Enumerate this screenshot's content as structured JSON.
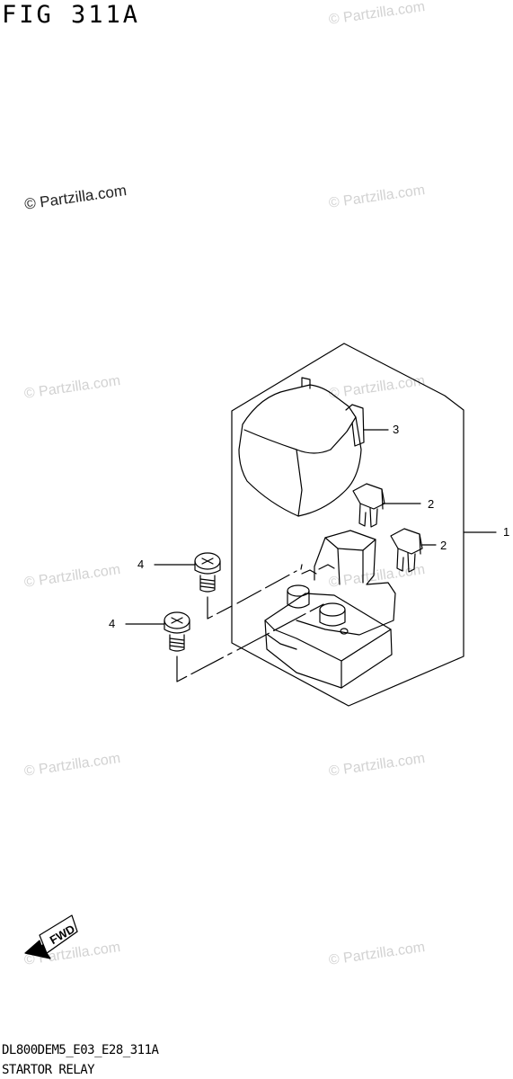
{
  "figure": {
    "title": "FIG 311A",
    "model_code": "DL800DEM5_E03_E28_311A",
    "section_title": "STARTOR RELAY"
  },
  "watermark": {
    "text": "© Partzilla.com"
  },
  "callouts": [
    {
      "id": "1",
      "label": "1"
    },
    {
      "id": "2a",
      "label": "2"
    },
    {
      "id": "2b",
      "label": "2"
    },
    {
      "id": "3",
      "label": "3"
    },
    {
      "id": "4a",
      "label": "4"
    },
    {
      "id": "4b",
      "label": "4"
    }
  ],
  "fwd_arrow": {
    "label": "FWD",
    "icon": "forward-arrow-icon"
  }
}
